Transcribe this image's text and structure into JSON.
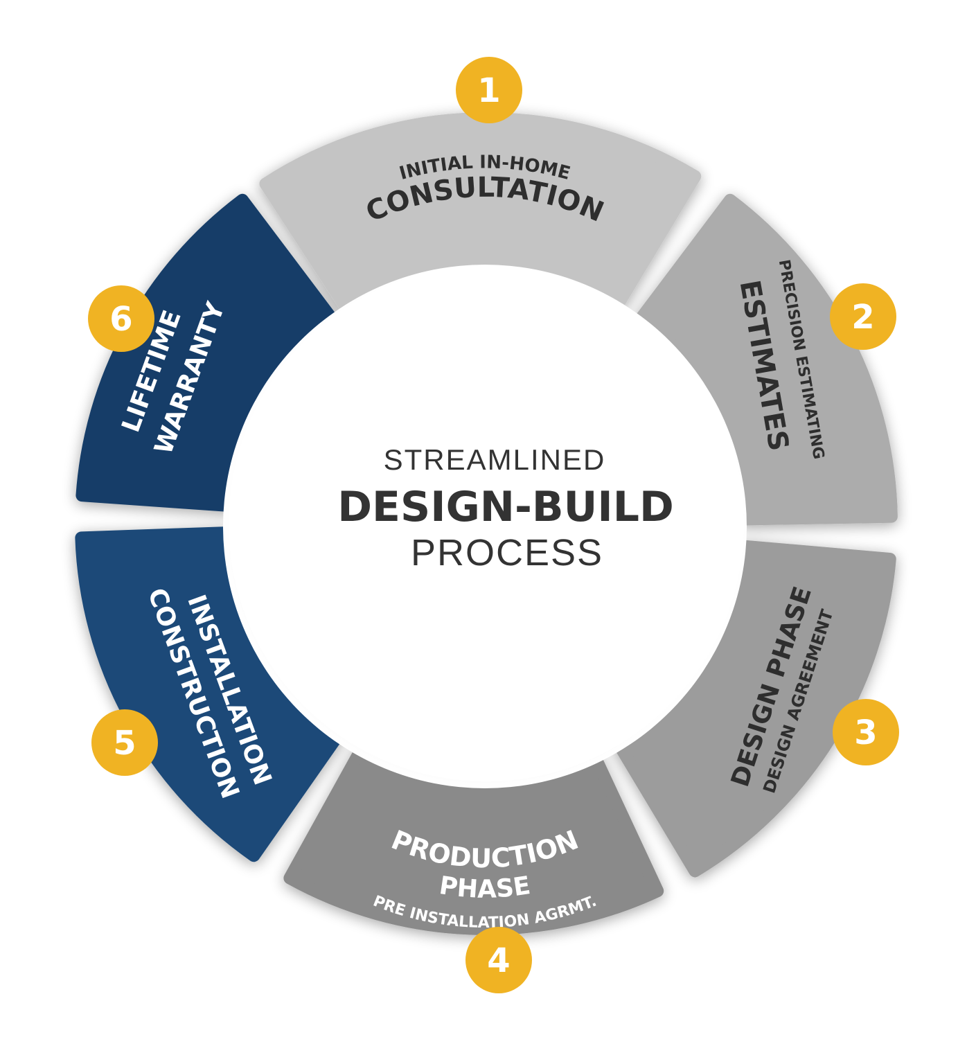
{
  "center": {
    "line1": "STREAMLINED",
    "line2": "DESIGN-BUILD",
    "line3": "PROCESS"
  },
  "steps": [
    {
      "number": "1",
      "line1": "INITIAL IN-HOME",
      "line2": "CONSULTATION",
      "line3": ""
    },
    {
      "number": "2",
      "line1": "PRECISION ESTIMATING",
      "line2": "ESTIMATES",
      "line3": ""
    },
    {
      "number": "3",
      "line1": "DESIGN PHASE",
      "line2": "DESIGN AGREEMENT",
      "line3": ""
    },
    {
      "number": "4",
      "line1": "PRODUCTION",
      "line2": "PHASE",
      "line3": "PRE INSTALLATION AGRMT."
    },
    {
      "number": "5",
      "line1": "INSTALLATION",
      "line2": "CONSTRUCTION",
      "line3": ""
    },
    {
      "number": "6",
      "line1": "LIFETIME",
      "line2": "WARRANTY",
      "line3": ""
    }
  ],
  "colors": {
    "step1": "#c4c4c4",
    "step2": "#acacac",
    "step3": "#9c9c9c",
    "step4": "#8a8a8a",
    "step5": "#1d4a78",
    "step6": "#183e68",
    "badge": "#f0b323",
    "dark_text": "#2e2e2e",
    "light_text": "#ffffff"
  }
}
